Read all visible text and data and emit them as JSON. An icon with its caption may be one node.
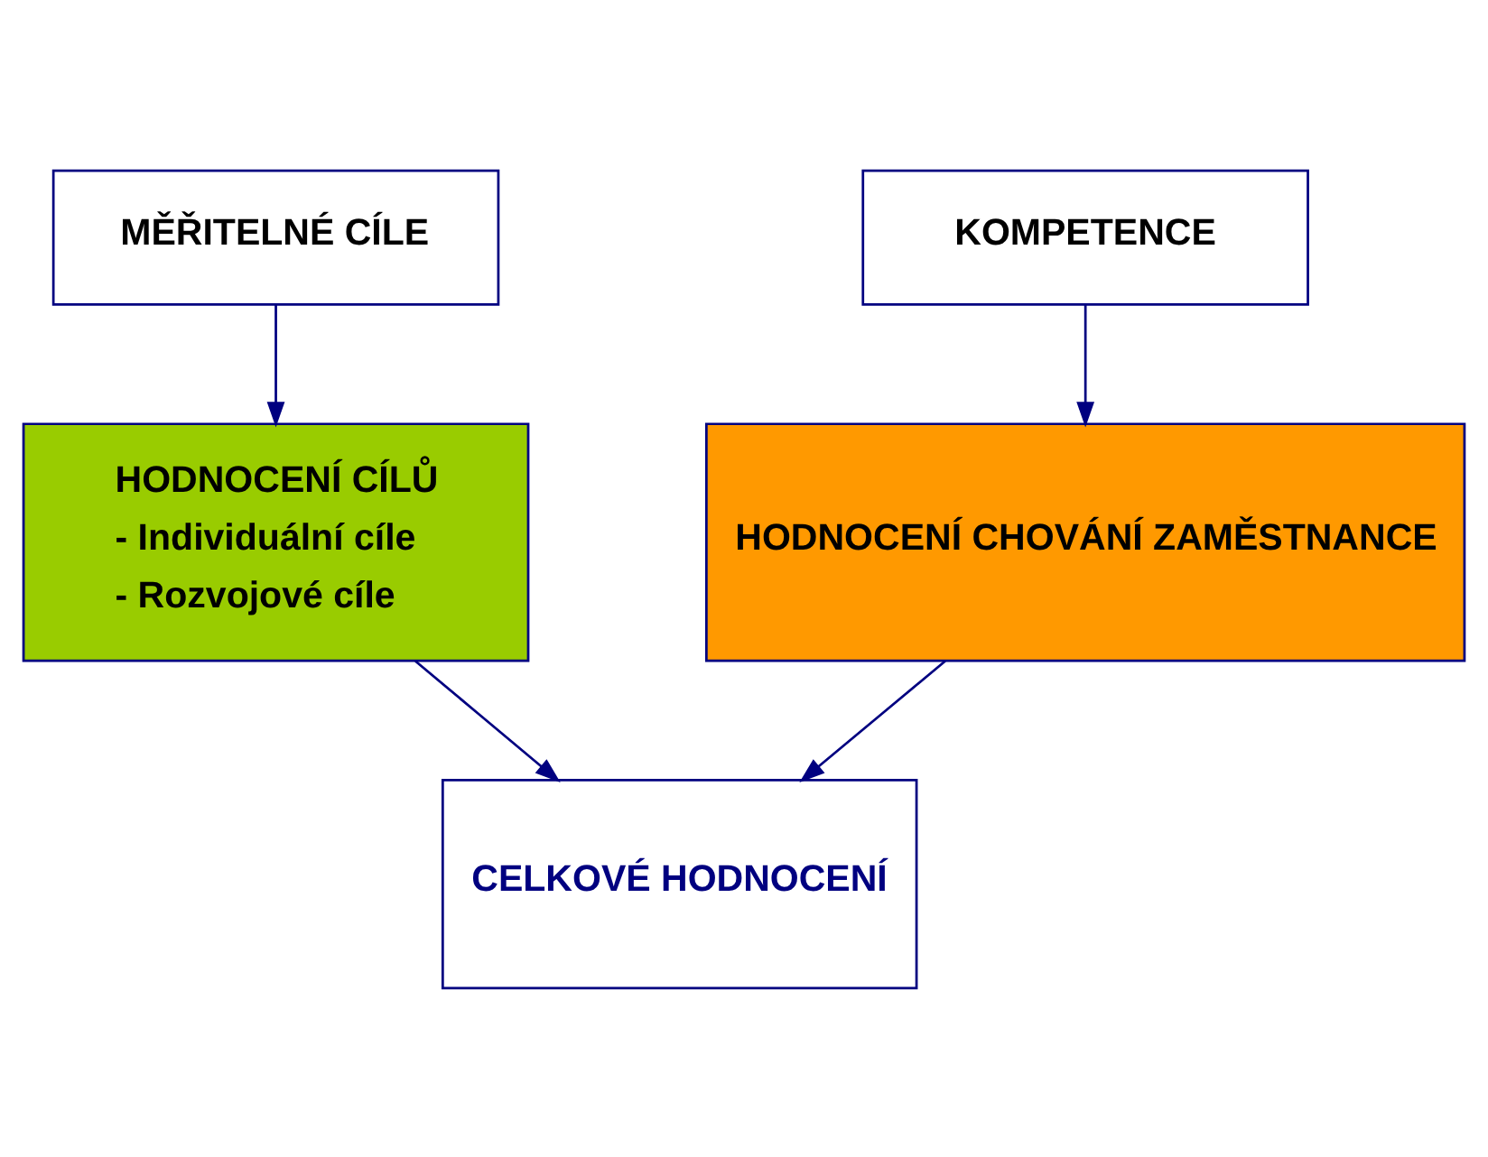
{
  "diagram": {
    "nodes": [
      {
        "text": [
          "MĚŘITELNÉ CÍLE"
        ]
      },
      {
        "text": [
          "KOMPETENCE"
        ]
      },
      {
        "text": [
          "HODNOCENÍ CÍLŮ",
          "- Individuální cíle",
          "- Rozvojové cíle"
        ]
      },
      {
        "text": [
          "HODNOCENÍ CHOVÁNÍ ZAMĚSTNANCE"
        ]
      },
      {
        "text": [
          "CELKOVÉ HODNOCENÍ"
        ]
      }
    ],
    "edges": [
      {
        "from": 0,
        "to": 2,
        "arrow": "to"
      },
      {
        "from": 1,
        "to": 3,
        "arrow": "to"
      },
      {
        "from": 2,
        "to": 4,
        "arrow": "to"
      },
      {
        "from": 3,
        "to": 4,
        "arrow": "to"
      }
    ]
  }
}
